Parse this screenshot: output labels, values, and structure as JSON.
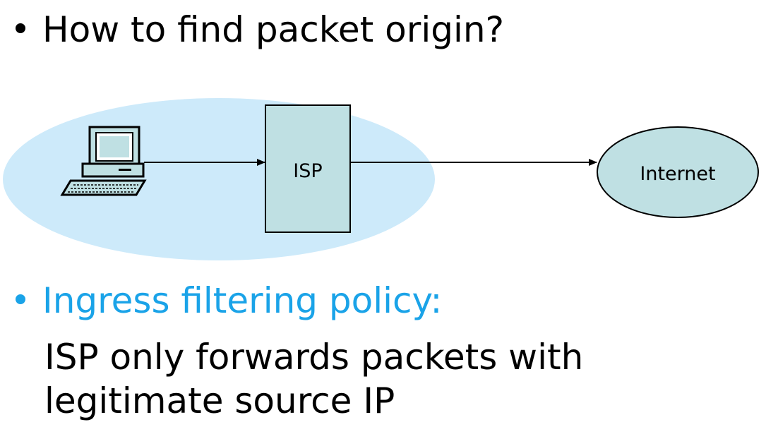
{
  "slide": {
    "title": "How to find packet origin?",
    "policy_heading": "Ingress filtering policy:",
    "policy_body_line1": "ISP only forwards packets with",
    "policy_body_line2": "legitimate source IP"
  },
  "diagram": {
    "isp_label": "ISP",
    "internet_label": "Internet",
    "computer_icon": "desktop-computer-icon",
    "colors": {
      "network_region": "#cdeafa",
      "isp_box": "#bfe0e3",
      "internet_cloud": "#bfe0e3",
      "heading_accent": "#1aa3e8"
    }
  }
}
